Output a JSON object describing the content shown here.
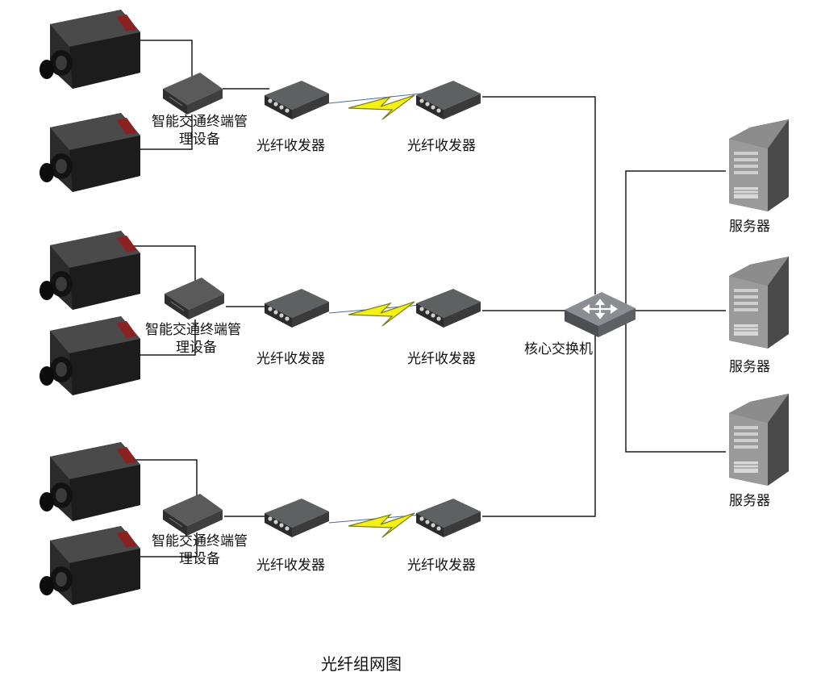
{
  "diagram": {
    "caption": "光纤组网图",
    "device_labels": {
      "terminal_line1": "智能交通终端管",
      "terminal_line2": "理设备",
      "transceiver": "光纤收发器",
      "core_switch": "核心交换机",
      "server": "服务器"
    },
    "branches": [
      {
        "terminal": "智能交通终端管理设备",
        "near_transceiver": "光纤收发器",
        "far_transceiver": "光纤收发器"
      },
      {
        "terminal": "智能交通终端管理设备",
        "near_transceiver": "光纤收发器",
        "far_transceiver": "光纤收发器"
      },
      {
        "terminal": "智能交通终端管理设备",
        "near_transceiver": "光纤收发器",
        "far_transceiver": "光纤收发器"
      }
    ],
    "servers": [
      "服务器",
      "服务器",
      "服务器"
    ],
    "icons": {
      "camera": "camera-icon",
      "terminal": "terminal-box-icon",
      "transceiver": "fiber-transceiver-icon",
      "wireless_link": "lightning-link-icon",
      "switch": "core-switch-icon",
      "server": "server-tower-icon"
    },
    "colors": {
      "line": "#1a1a1a",
      "bolt": "#f4f214",
      "bolt_stroke": "#7a7a10",
      "device_dark": "#3e3e3e",
      "device_mid": "#5a5a5a",
      "switch_body": "#6e7074"
    }
  }
}
